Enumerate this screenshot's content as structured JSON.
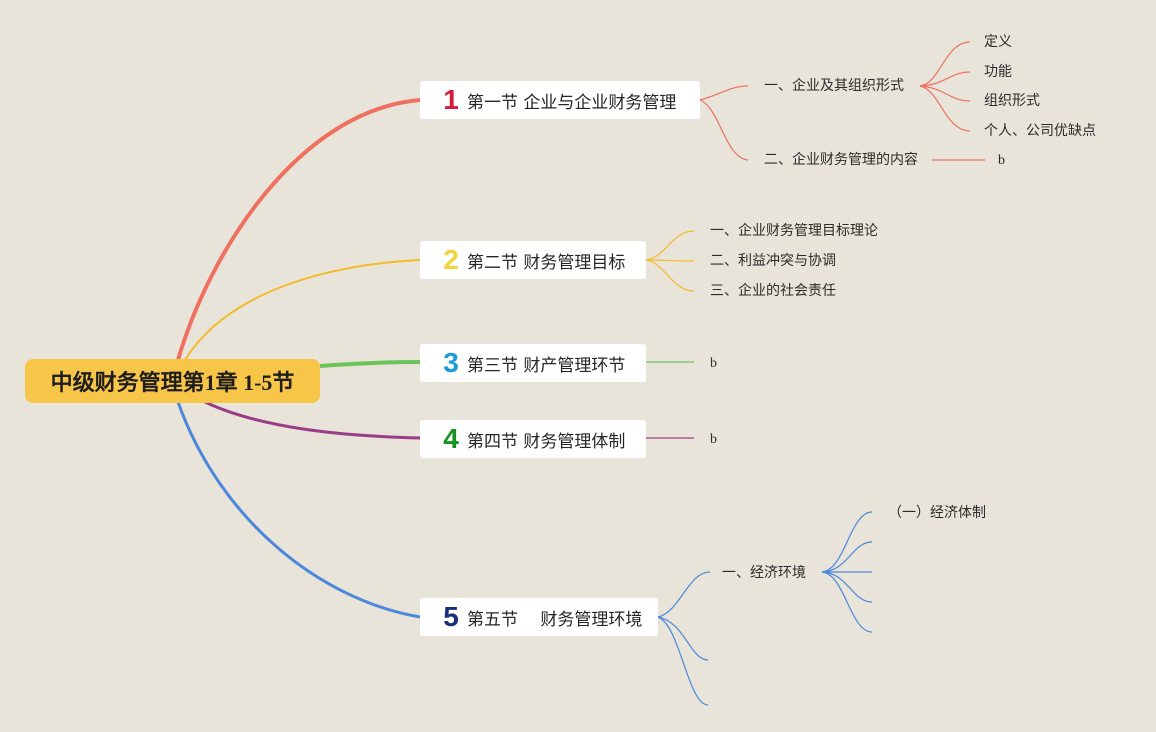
{
  "root": {
    "label": "中级财务管理第1章 1-5节"
  },
  "colors": {
    "s1": "#f07060",
    "s2": "#f3bb2c",
    "s3": "#6cc45a",
    "s4": "#9a3c86",
    "s5": "#4b88db",
    "n1": "#d71b3b",
    "n2": "#f0d43a",
    "n3": "#1b9ad8",
    "n4": "#12941f",
    "n5": "#1a2d7c"
  },
  "sections": [
    {
      "num": "1",
      "title": "第一节 企业与企业财务管理",
      "subs": [
        {
          "label": "一、企业及其组织形式",
          "items": [
            "定义",
            "功能",
            "组织形式",
            "个人、公司优缺点"
          ]
        },
        {
          "label": "二、企业财务管理的内容",
          "items": [
            "b"
          ]
        }
      ]
    },
    {
      "num": "2",
      "title": "第二节 财务管理目标",
      "subs": [
        {
          "label": "一、企业财务管理目标理论"
        },
        {
          "label": "二、利益冲突与协调"
        },
        {
          "label": "三、企业的社会责任"
        }
      ]
    },
    {
      "num": "3",
      "title": "第三节 财产管理环节",
      "subs": [
        {
          "label": "b"
        }
      ]
    },
    {
      "num": "4",
      "title": "第四节 财务管理体制",
      "subs": [
        {
          "label": "b"
        }
      ]
    },
    {
      "num": "5",
      "title": "第五节　 财务管理环境",
      "subs": [
        {
          "label": "一、经济环境",
          "items": [
            "（一）经济体制",
            "",
            "",
            "",
            ""
          ]
        },
        {
          "label": ""
        },
        {
          "label": ""
        }
      ]
    }
  ]
}
